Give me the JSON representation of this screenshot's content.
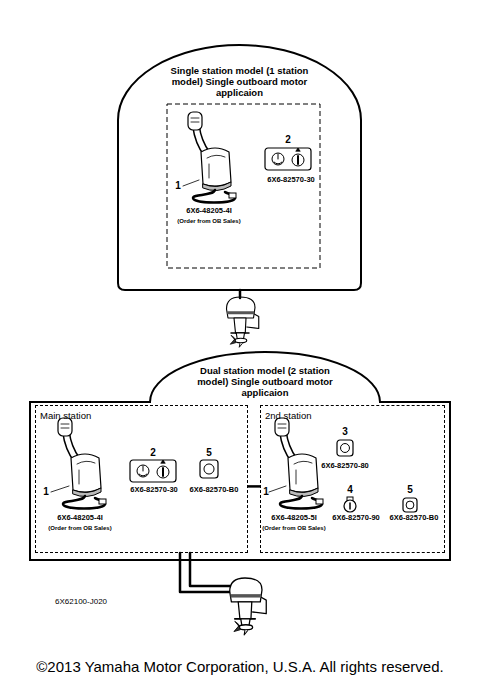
{
  "diagram": {
    "nodes": [
      {
        "text": [
          "Single station model (1 station model) Single outboard motor applicaion"
        ]
      },
      {
        "text": [
          "Dual station model (2 station model) Single outboard motor applicaion"
        ]
      },
      {
        "text": [
          "Main station"
        ],
        "in": 1
      },
      {
        "text": [
          "2nd station"
        ],
        "in": 1
      }
    ],
    "edges": [
      {
        "from": 2,
        "to": 3,
        "arrow": "none"
      }
    ],
    "labels": [
      "1",
      "2",
      "6X6-82570-30",
      "6X6-48205-4I",
      "(Order from OB Sales)",
      "1",
      "2",
      "5",
      "6X6-48205-4I",
      "(Order from OB Sales)",
      "6X6-82570-30",
      "6X6-82570-B0",
      "3",
      "6X6-82570-80",
      "1",
      "4",
      "5",
      "6X6-48205-5I",
      "(Order from OB Sales)",
      "6X6-82570-90",
      "6X6-82570-B0",
      "6X62100-J020",
      "©2013 Yamaha Motor Corporation, U.S.A. All rights reserved."
    ]
  }
}
